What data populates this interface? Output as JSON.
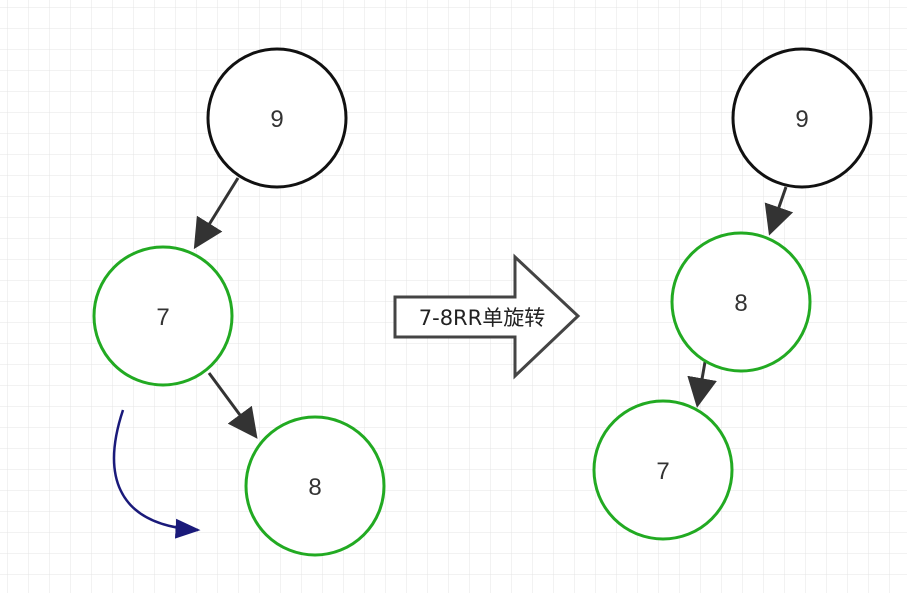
{
  "diagram": {
    "before": {
      "nodes": {
        "root": "9",
        "left": "7",
        "right": "8"
      }
    },
    "transform": {
      "label": "7-8RR单旋转"
    },
    "after": {
      "nodes": {
        "root": "9",
        "middle": "8",
        "leaf": "7"
      }
    },
    "colors": {
      "grid": "#e4e4e4",
      "root_stroke": "#111111",
      "rotated_stroke": "#22aa22",
      "edge": "#333333",
      "rotation_hint": "#1a1a7a",
      "block_arrow_fill": "#ffffff",
      "block_arrow_stroke": "#444444"
    }
  }
}
